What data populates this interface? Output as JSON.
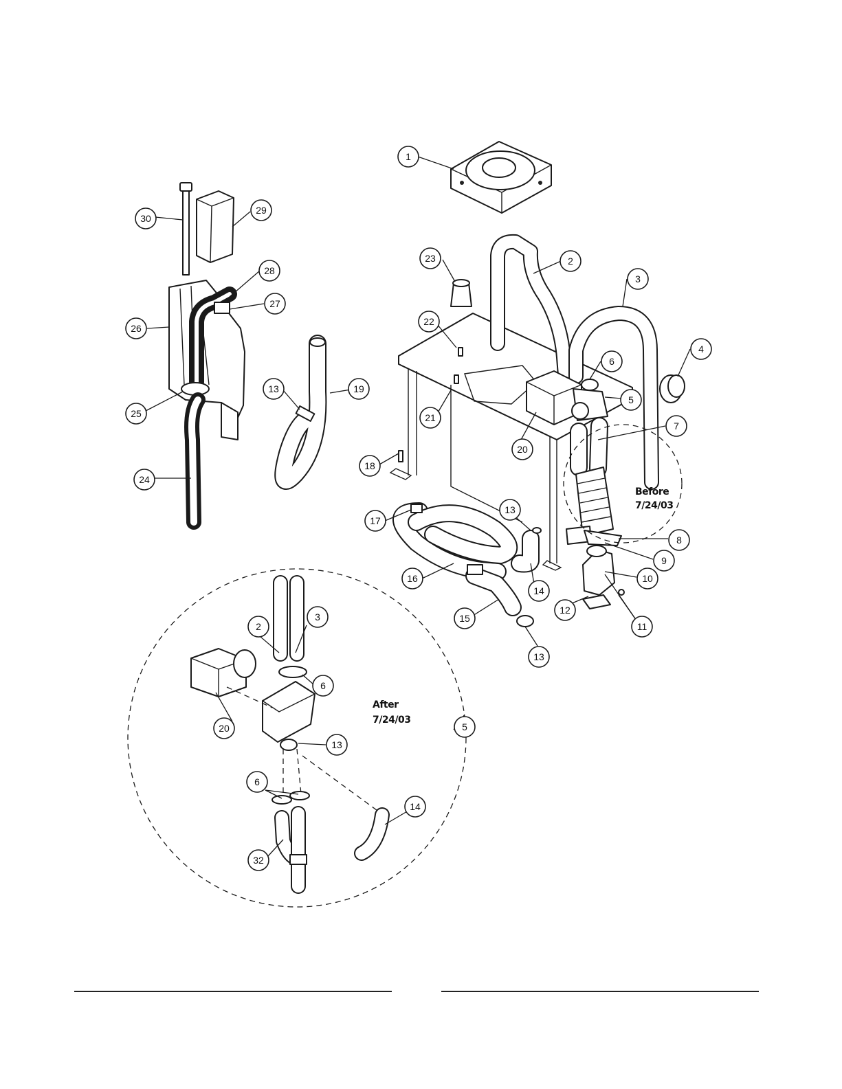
{
  "notes": {
    "before_line1": "Before",
    "before_line2": "7/24/03",
    "after_line1": "After",
    "after_line2": "7/24/03"
  },
  "callouts": {
    "c1": "1",
    "c2": "2",
    "c3": "3",
    "c4": "4",
    "c5": "5",
    "c6": "6",
    "c7": "7",
    "c8": "8",
    "c9": "9",
    "c10": "10",
    "c11": "11",
    "c12": "12",
    "c13a": "13",
    "c13b": "13",
    "c13c": "13",
    "c14": "14",
    "c15": "15",
    "c16": "16",
    "c17": "17",
    "c18": "18",
    "c19": "19",
    "c20": "20",
    "c21": "21",
    "c22": "22",
    "c23": "23",
    "c24": "24",
    "c25": "25",
    "c26": "26",
    "c27": "27",
    "c28": "28",
    "c29": "29",
    "c30": "30",
    "d2": "2",
    "d3": "3",
    "d5": "5",
    "d6a": "6",
    "d6b": "6",
    "d13": "13",
    "d14": "14",
    "d20": "20",
    "d32": "32"
  }
}
